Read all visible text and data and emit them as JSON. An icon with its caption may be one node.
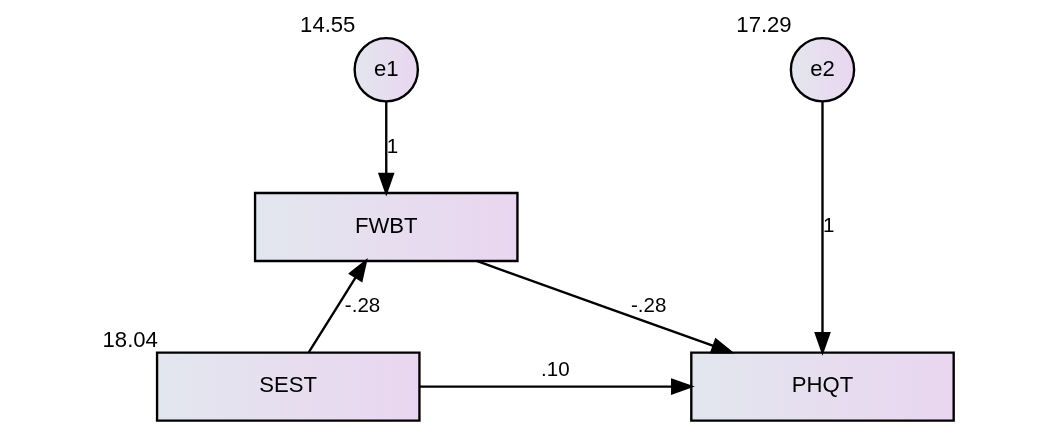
{
  "diagram": {
    "nodes": [
      {
        "text": [
          "e1"
        ],
        "beside": [
          "14.55"
        ]
      },
      {
        "text": [
          "FWBT"
        ]
      },
      {
        "text": [
          "e2"
        ],
        "beside": [
          "17.29"
        ]
      },
      {
        "text": [
          "SEST"
        ],
        "beside": [
          "18.04"
        ]
      },
      {
        "text": [
          "PHQT"
        ]
      }
    ],
    "edges": [
      {
        "from": 0,
        "to": 1,
        "arrow": "to",
        "label": "1"
      },
      {
        "from": 3,
        "to": 1,
        "arrow": "to",
        "label": "-.28"
      },
      {
        "from": 1,
        "to": 4,
        "arrow": "to",
        "label": "-.28"
      },
      {
        "from": 2,
        "to": 4,
        "arrow": "to",
        "label": "1"
      },
      {
        "from": 3,
        "to": 4,
        "arrow": "to",
        "label": ".10"
      }
    ]
  }
}
